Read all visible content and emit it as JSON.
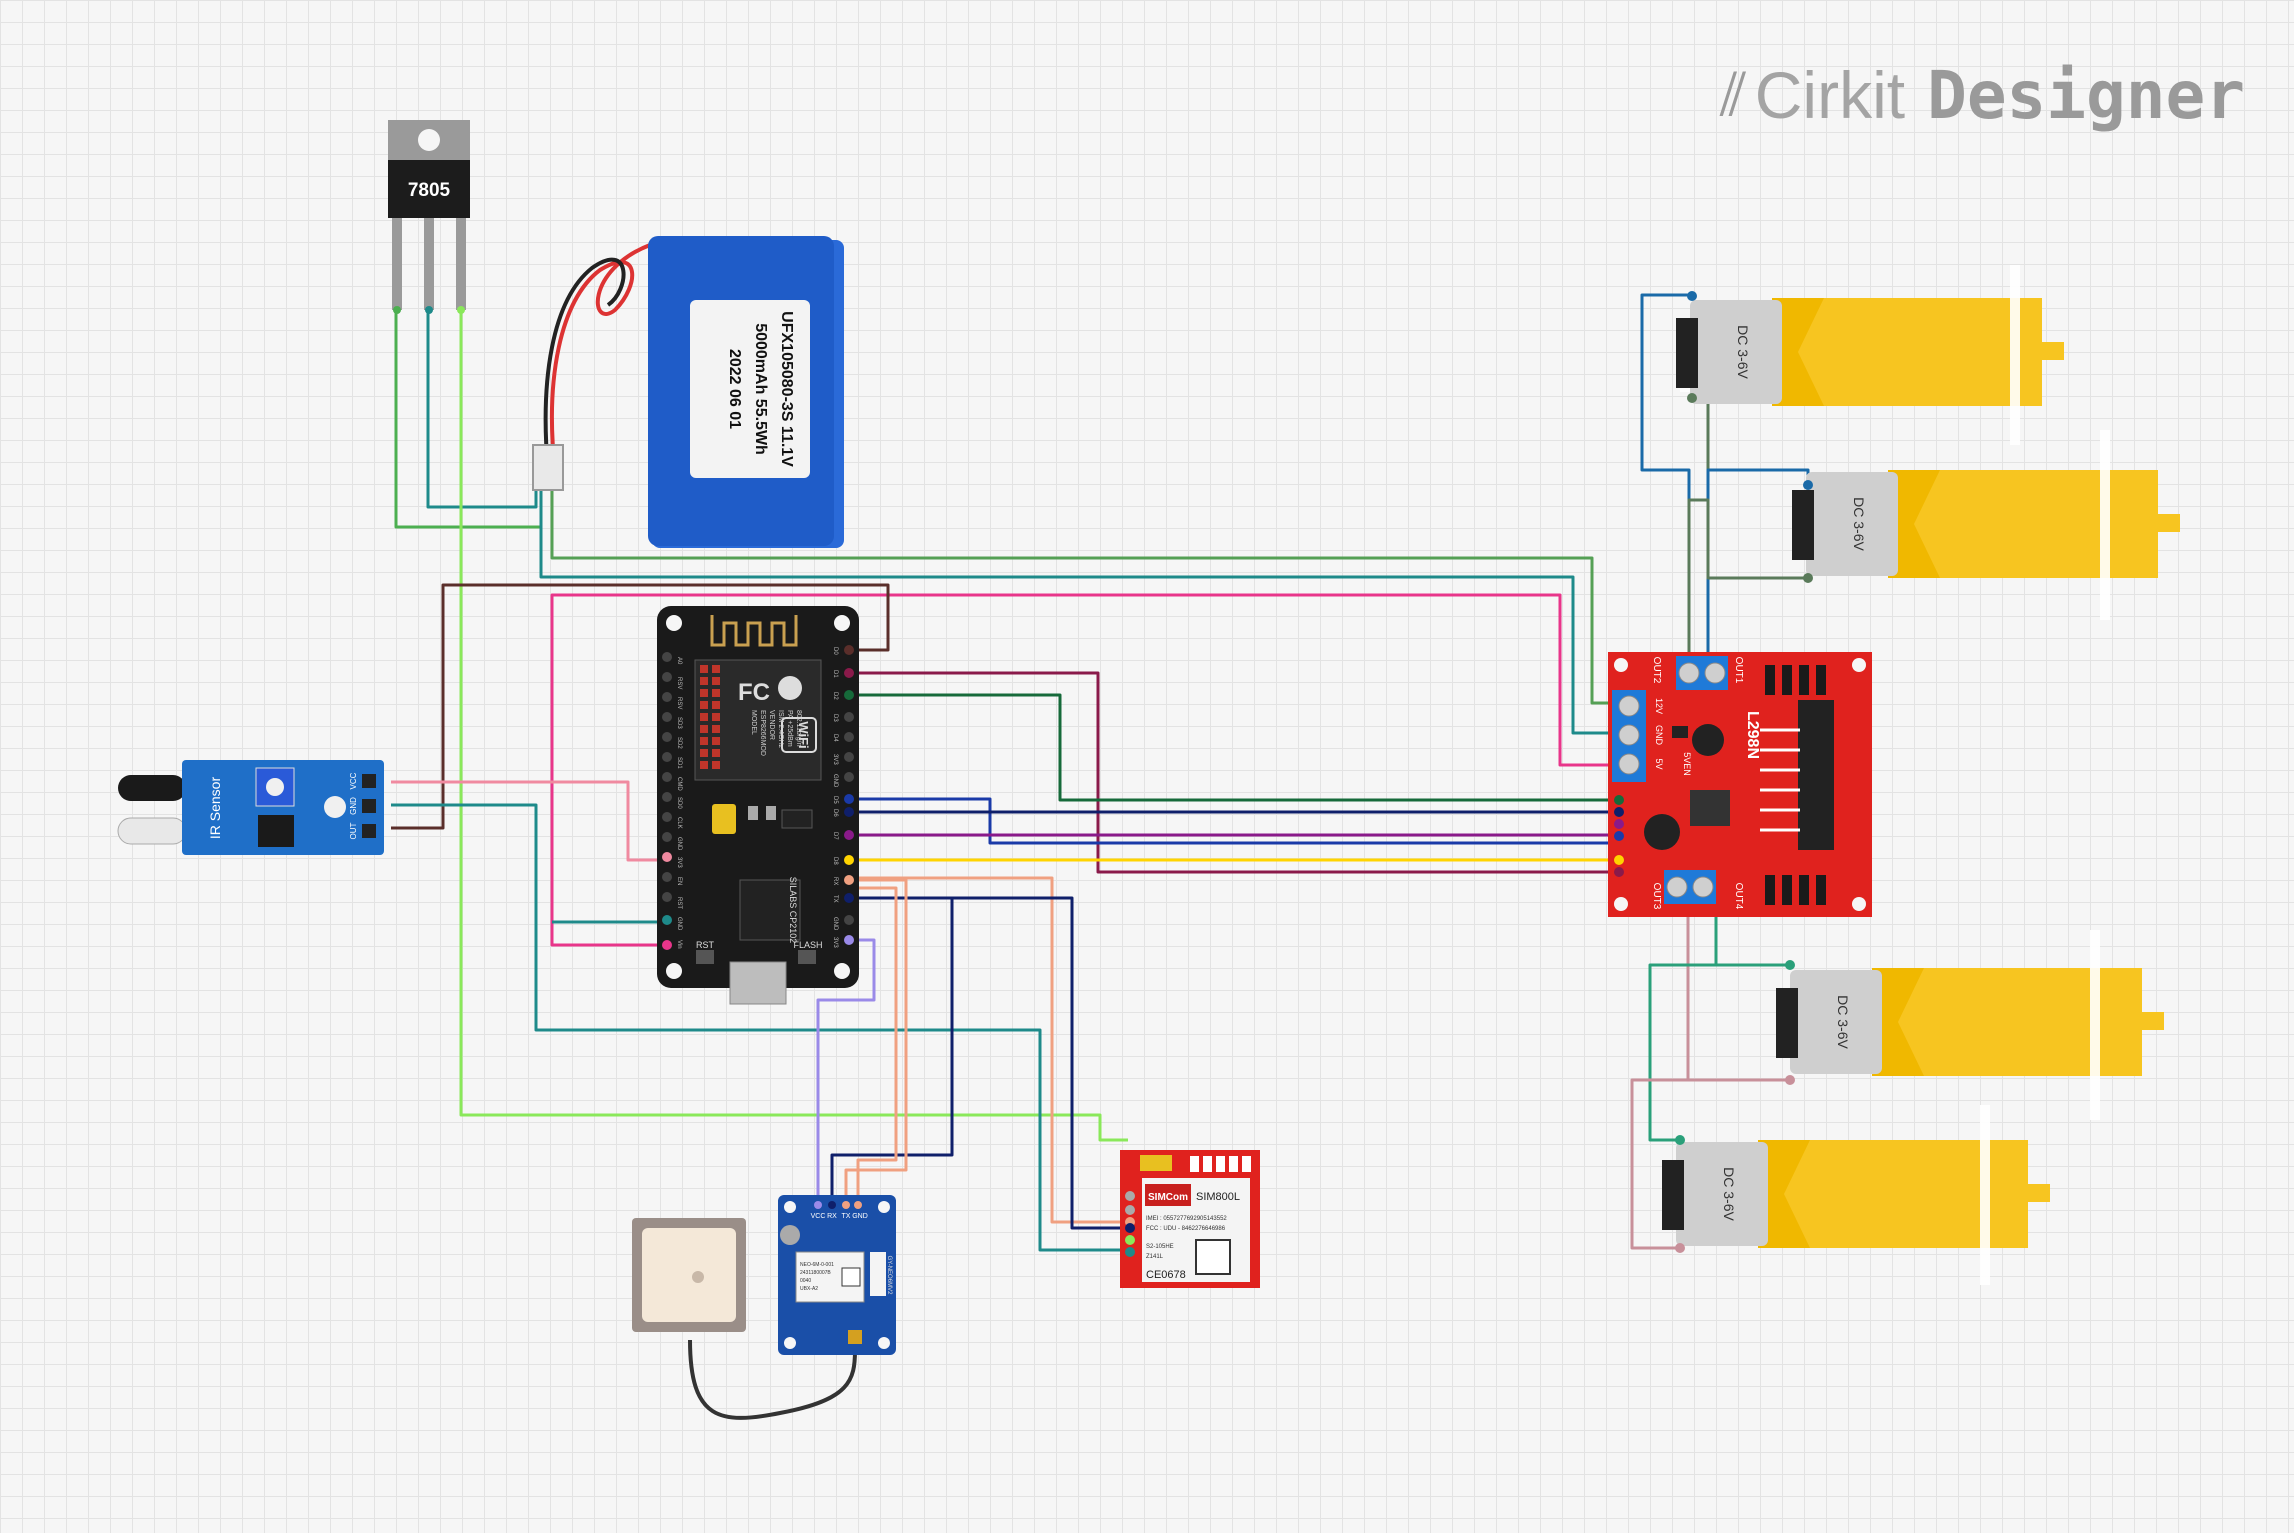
{
  "brand": {
    "icon": "cirkit-logo-icon",
    "name_light": "Cirkit",
    "name_bold": "Designer"
  },
  "components": {
    "regulator": {
      "label": "7805"
    },
    "battery": {
      "line1": "UFX105080-3S 11.1V",
      "line2": "5000mAh 55.5Wh",
      "line3": "2022 06 01"
    },
    "esp": {
      "model_lines": [
        "MODEL",
        "ESP8266MOD",
        "VENDOR",
        "ISM 2.4GHz",
        "PA +25dBm",
        "802.11b/g/n"
      ],
      "wifi": "WiFi",
      "fcc": "FC",
      "chip": "SILABS CP2102",
      "rst": "RST",
      "flash": "FLASH",
      "pins_left": [
        "A0",
        "RSV",
        "RSV",
        "SD3",
        "SD2",
        "SD1",
        "CMD",
        "SD0",
        "CLK",
        "GND",
        "3V3",
        "EN",
        "RST",
        "GND",
        "Vin"
      ],
      "pins_right": [
        "D0",
        "D1",
        "D2",
        "D3",
        "D4",
        "3V3",
        "GND",
        "D5",
        "D6",
        "D7",
        "D8",
        "RX",
        "TX",
        "GND",
        "3V3"
      ]
    },
    "ir_sensor": {
      "label": "IR Sensor",
      "pins": [
        "VCC",
        "GND",
        "OUT"
      ]
    },
    "gps": {
      "pins": [
        "VCC",
        "RX",
        "TX",
        "GND"
      ],
      "module_lines": [
        "NEO-6M-0-001",
        "2431180007B",
        "0040",
        "UBX-A2"
      ],
      "side_label": "GY-NEO6MV2"
    },
    "sim": {
      "logo": "SIMCom",
      "model": "SIM800L",
      "line1": "IMEI : 0557277692905143552",
      "line2": "FCC : UDU - 8462276646986",
      "line3": "S2-105HE",
      "line4": "Z141L",
      "ce": "CE0678"
    },
    "l298n": {
      "name": "L298N",
      "out1": "OUT1",
      "out2": "OUT2",
      "out3": "OUT3",
      "out4": "OUT4",
      "v12": "12V",
      "gnd": "GND",
      "v5": "5V",
      "en": "5VEN"
    },
    "motor_label": "DC 3-6V"
  }
}
